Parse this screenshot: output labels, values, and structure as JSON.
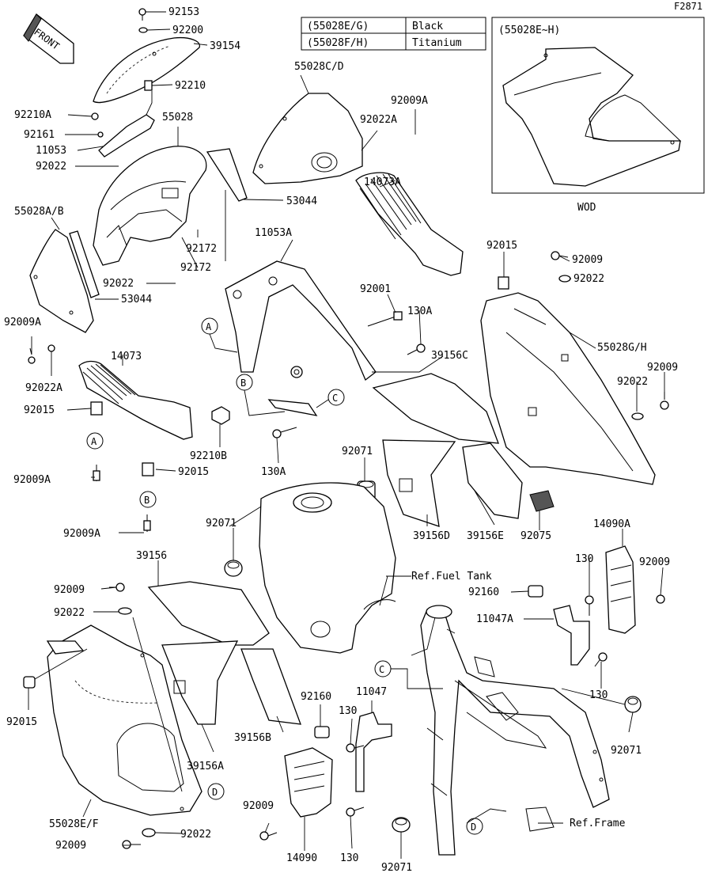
{
  "figure_code": "F2871",
  "front_badge": "FRONT",
  "color_table": [
    {
      "code": "(55028E/G)",
      "color": "Black"
    },
    {
      "code": "(55028F/H)",
      "color": "Titanium"
    }
  ],
  "inset": {
    "title": "(55028E~H)",
    "caption": "WOD"
  },
  "ref_labels": {
    "fuel_tank": "Ref.Fuel Tank",
    "frame": "Ref.Frame"
  },
  "callouts": [
    "A",
    "B",
    "C",
    "D"
  ],
  "parts": {
    "p92153": "92153",
    "p92200": "92200",
    "p39154": "39154",
    "p92210": "92210",
    "p92210A": "92210A",
    "p55028": "55028",
    "p92161": "92161",
    "p11053": "11053",
    "p92022_a": "92022",
    "p55028CD": "55028C/D",
    "p92009A_top": "92009A",
    "p92022A_top": "92022A",
    "p53044_a": "53044",
    "p14073A": "14073A",
    "p55028AB": "55028A/B",
    "p92172_a": "92172",
    "p92172_b": "92172",
    "p11053A": "11053A",
    "p92022_b": "92022",
    "p53044_b": "53044",
    "p92015_r": "92015",
    "p92009_r1": "92009",
    "p92022_r1": "92022",
    "p92001": "92001",
    "p130A_a": "130A",
    "p92009A_l": "92009A",
    "p39156C": "39156C",
    "p55028GH": "55028G/H",
    "p14073": "14073",
    "p92022A_l": "92022A",
    "p92009_r2": "92009",
    "p92022_r2": "92022",
    "p92015_l": "92015",
    "p92210B": "92210B",
    "p92009A_l2": "92009A",
    "p92015_l2": "92015",
    "p130A_b": "130A",
    "p92071_a": "92071",
    "p92009A_l3": "92009A",
    "p92071_b": "92071",
    "p39156D": "39156D",
    "p39156E": "39156E",
    "p92075": "92075",
    "p14090A": "14090A",
    "p39156": "39156",
    "p130_a": "130",
    "p92009_r3": "92009",
    "p92009_l": "92009",
    "p92160_a": "92160",
    "p92022_l": "92022",
    "p11047A": "11047A",
    "p130_b": "130",
    "p92015_l3": "92015",
    "p92160_b": "92160",
    "p11047": "11047",
    "p130_c": "130",
    "p39156B": "39156B",
    "p92071_c": "92071",
    "p39156A": "39156A",
    "p92009_m": "92009",
    "p55028EF": "55028E/F",
    "p92022_bl": "92022",
    "p92009_bl": "92009",
    "p14090": "14090",
    "p130_d": "130",
    "p92071_d": "92071"
  }
}
